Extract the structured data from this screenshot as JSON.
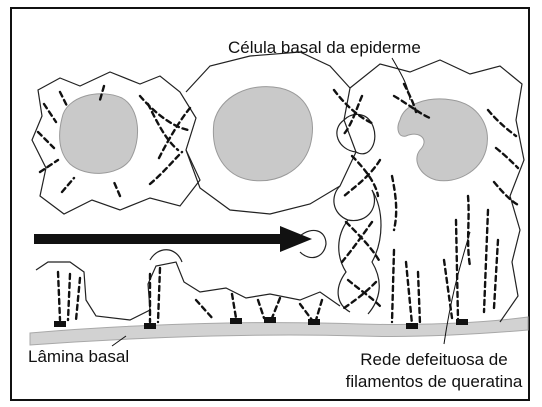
{
  "labels": {
    "basal_cell": "Célula basal da epiderme",
    "basal_lamina": "Lâmina basal",
    "defective_network_line1": "Rede defeituosa de",
    "defective_network_line2": "filamentos de queratina"
  },
  "colors": {
    "nucleus": "#c9c9c9",
    "lamina": "#d2d2d2",
    "ink": "#111111"
  }
}
